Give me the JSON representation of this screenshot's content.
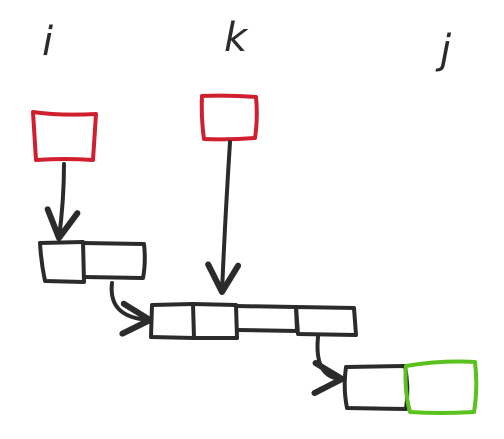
{
  "labels": {
    "i": "i",
    "k": "k",
    "j": "j"
  },
  "colors": {
    "ink": "#2b2b2b",
    "pointer_box": "#d0202f",
    "target_cell": "#5ac21e",
    "background": "#ffffff"
  }
}
